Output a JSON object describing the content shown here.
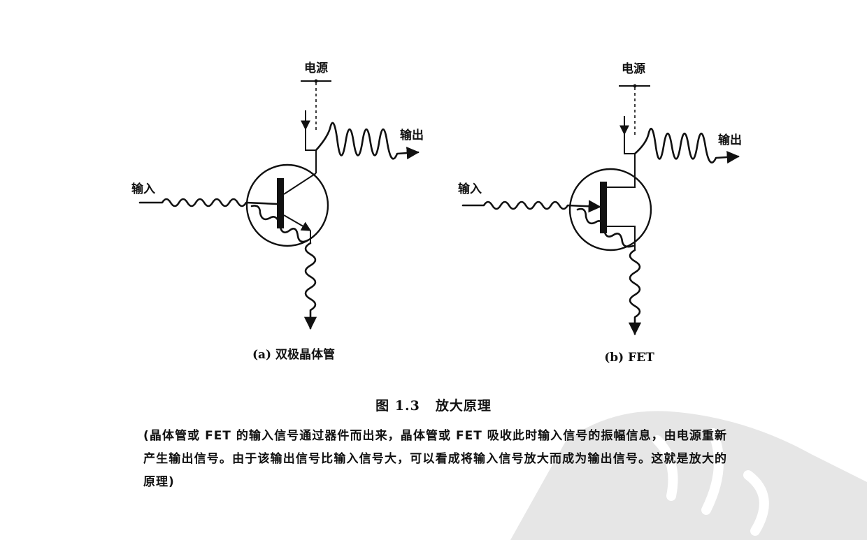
{
  "diagram": {
    "a": {
      "power_label": "电源",
      "input_label": "输入",
      "output_label": "输出",
      "caption": "(a) 双极晶体管"
    },
    "b": {
      "power_label": "电源",
      "input_label": "输入",
      "output_label": "输出",
      "caption": "(b) FET"
    }
  },
  "figure": {
    "number": "图 1.3",
    "title": "放大原理"
  },
  "caption_text": "(晶体管或 FET 的输入信号通过器件而出来，晶体管或 FET 吸收此时输入信号的振幅信息，由电源重新产生输出信号。由于该输出信号比输入信号大，可以看成将输入信号放大而成为输出信号。这就是放大的原理)"
}
